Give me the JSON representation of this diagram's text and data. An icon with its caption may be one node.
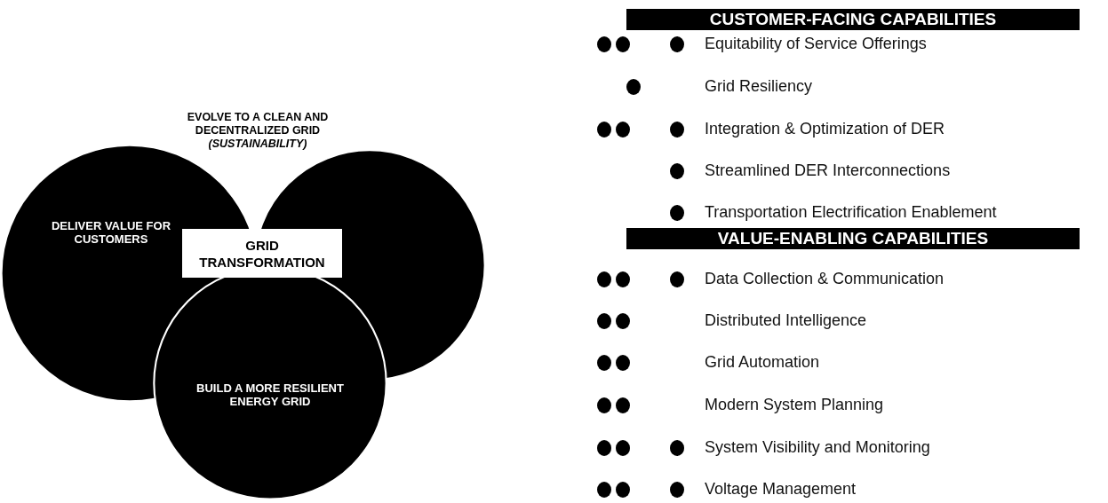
{
  "diagram": {
    "nodes": [
      {
        "text": [
          "DELIVER VALUE FOR CUSTOMERS"
        ]
      },
      {
        "text": [],
        "shape": "circle"
      },
      {
        "text": [
          "BUILD A MORE RESILIENT ENERGY GRID"
        ]
      },
      {
        "text": [
          "GRID TRANSFORMATION"
        ]
      },
      {
        "text": [
          "CUSTOMER-FACING CAPABILITIES"
        ]
      },
      {
        "text": [
          "VALUE-ENABLING CAPABILITIES"
        ]
      }
    ],
    "edges": [],
    "labels": [
      "EVOLVE TO A CLEAN AND DECENTRALIZED GRID *(SUSTAINABILITY)*",
      "Equitability of Service Offerings",
      "Grid Resiliency",
      "Integration & Optimization of DER",
      "Streamlined DER Interconnections",
      "Transportation Electrification Enablement",
      "Data Collection & Communication",
      "Distributed Intelligence",
      "Grid Automation",
      "Modern System Planning",
      "System Visibility and Monitoring",
      "Voltage Management"
    ]
  }
}
